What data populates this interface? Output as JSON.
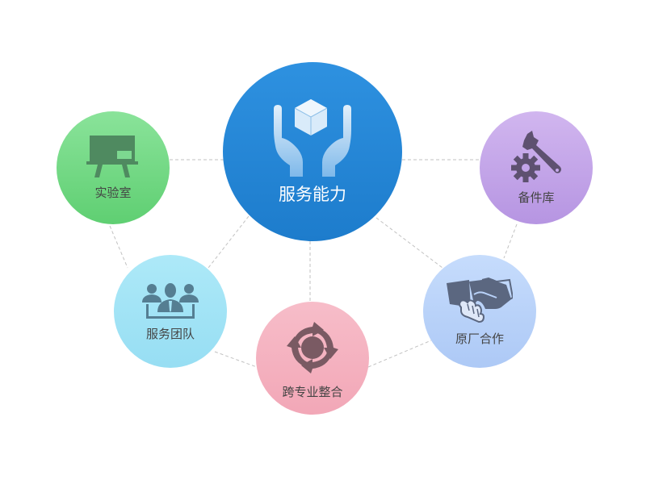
{
  "diagram": {
    "center": {
      "label": "服务能力",
      "icon": "hands-holding-box-icon",
      "color": "#2585d6"
    },
    "nodes": [
      {
        "id": "lab",
        "label": "实验室",
        "icon": "blackboard-icon",
        "color": "#72d884"
      },
      {
        "id": "parts",
        "label": "备件库",
        "icon": "gear-wrench-icon",
        "color": "#c3a6ea"
      },
      {
        "id": "team",
        "label": "服务团队",
        "icon": "team-icon",
        "color": "#a2e3f6"
      },
      {
        "id": "cross",
        "label": "跨专业整合",
        "icon": "cycle-arrows-icon",
        "color": "#f4b1c0"
      },
      {
        "id": "oem",
        "label": "原厂合作",
        "icon": "handshake-icon",
        "color": "#b9d2f9"
      }
    ],
    "connector_style": "dashed",
    "connector_color": "#bbbbbb"
  }
}
